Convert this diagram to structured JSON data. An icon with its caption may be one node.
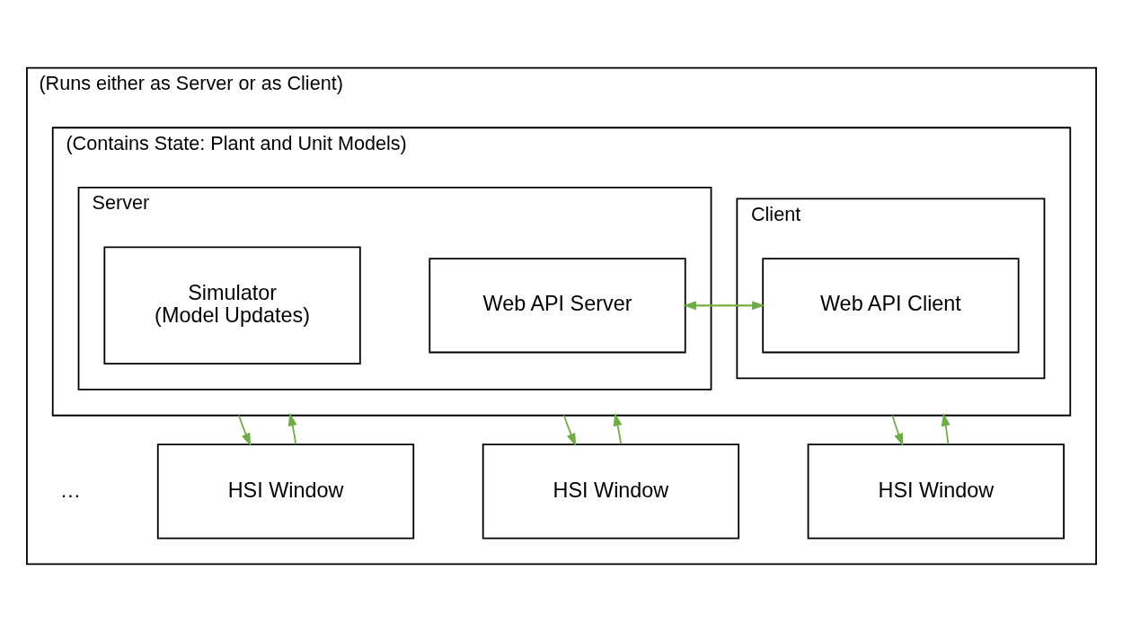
{
  "diagram": {
    "nodes": [
      {
        "text": [
          "(Runs either as Server or as Client)"
        ]
      },
      {
        "text": [
          "(Contains State: Plant and Unit Models)"
        ],
        "in": 0
      },
      {
        "text": [
          "Server"
        ],
        "in": 1
      },
      {
        "text": [
          "Client"
        ],
        "in": 1
      },
      {
        "text": [
          "Simulator",
          "(Model Updates)"
        ],
        "in": 2
      },
      {
        "text": [
          "Web API Server"
        ],
        "in": 2
      },
      {
        "text": [
          "Web API Client"
        ],
        "in": 3
      },
      {
        "text": [
          "HSI Window"
        ],
        "in": 0
      },
      {
        "text": [
          "HSI Window"
        ],
        "in": 0
      },
      {
        "text": [
          "HSI Window"
        ],
        "in": 0
      }
    ],
    "edges": [
      {
        "from": 5,
        "to": 6,
        "arrow": "to"
      },
      {
        "from": 6,
        "to": 5,
        "arrow": "to"
      },
      {
        "from": 1,
        "to": 7,
        "arrow": "to"
      },
      {
        "from": 7,
        "to": 1,
        "arrow": "to"
      },
      {
        "from": 1,
        "to": 8,
        "arrow": "to"
      },
      {
        "from": 8,
        "to": 1,
        "arrow": "to"
      },
      {
        "from": 1,
        "to": 9,
        "arrow": "to"
      },
      {
        "from": 9,
        "to": 1,
        "arrow": "to"
      }
    ],
    "labels": [
      "…"
    ]
  }
}
